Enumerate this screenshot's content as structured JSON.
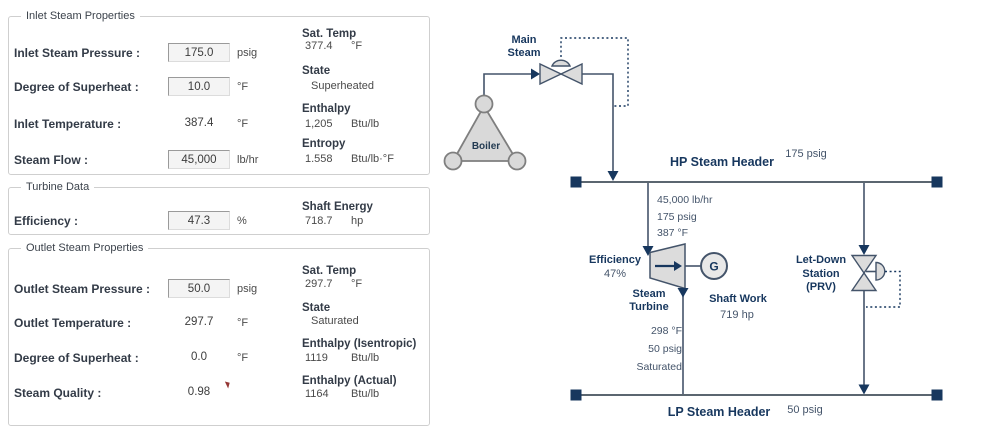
{
  "panels": {
    "inlet": {
      "legend": "Inlet Steam Properties",
      "rows": [
        {
          "label": "Inlet Steam Pressure :",
          "value": "175.0",
          "unit": "psig"
        },
        {
          "label": "Degree of Superheat :",
          "value": "10.0",
          "unit": "°F"
        },
        {
          "label": "Inlet Temperature :",
          "value": "387.4",
          "unit": "°F"
        },
        {
          "label": "Steam Flow :",
          "value": "45,000",
          "unit": "lb/hr"
        }
      ],
      "props": [
        {
          "name": "Sat. Temp",
          "value": "377.4",
          "unit": "°F"
        },
        {
          "name": "State",
          "value": "Superheated",
          "unit": ""
        },
        {
          "name": "Enthalpy",
          "value": "1,205",
          "unit": "Btu/lb"
        },
        {
          "name": "Entropy",
          "value": "1.558",
          "unit": "Btu/lb·°F"
        }
      ]
    },
    "turbine": {
      "legend": "Turbine Data",
      "rows": [
        {
          "label": "Efficiency :",
          "value": "47.3",
          "unit": "%"
        }
      ],
      "props": [
        {
          "name": "Shaft Energy",
          "value": "718.7",
          "unit": "hp"
        }
      ]
    },
    "outlet": {
      "legend": "Outlet Steam Properties",
      "rows": [
        {
          "label": "Outlet Steam Pressure :",
          "value": "50.0",
          "unit": "psig"
        },
        {
          "label": "Outlet Temperature :",
          "value": "297.7",
          "unit": "°F"
        },
        {
          "label": "Degree of Superheat :",
          "value": "0.0",
          "unit": "°F"
        },
        {
          "label": "Steam Quality :",
          "value": "0.98",
          "unit": ""
        }
      ],
      "props": [
        {
          "name": "Sat. Temp",
          "value": "297.7",
          "unit": "°F"
        },
        {
          "name": "State",
          "value": "Saturated",
          "unit": ""
        },
        {
          "name": "Enthalpy (Isentropic)",
          "value": "1119",
          "unit": "Btu/lb"
        },
        {
          "name": "Enthalpy (Actual)",
          "value": "1164",
          "unit": "Btu/lb"
        }
      ]
    }
  },
  "diagram": {
    "boiler": "Boiler",
    "main_steam": [
      "Main",
      "Steam"
    ],
    "hp_header": {
      "label": "HP Steam Header",
      "pressure": "175 psig"
    },
    "lp_header": {
      "label": "LP Steam Header",
      "pressure": "50 psig"
    },
    "turbine_inlet": [
      "45,000 lb/hr",
      "175 psig",
      "387 °F"
    ],
    "efficiency": {
      "label": "Efficiency",
      "value": "47%"
    },
    "steam_turbine": [
      "Steam",
      "Turbine"
    ],
    "generator": "G",
    "shaft_work": {
      "label": "Shaft Work",
      "value": "719 hp"
    },
    "turbine_outlet": [
      "298 °F",
      "50 psig",
      "Saturated"
    ],
    "letdown": [
      "Let-Down",
      "Station",
      "(PRV)"
    ],
    "colors": {
      "navy": "#17375e",
      "pipe": "#44546a",
      "equipment_fill": "#dcdcdc"
    }
  }
}
